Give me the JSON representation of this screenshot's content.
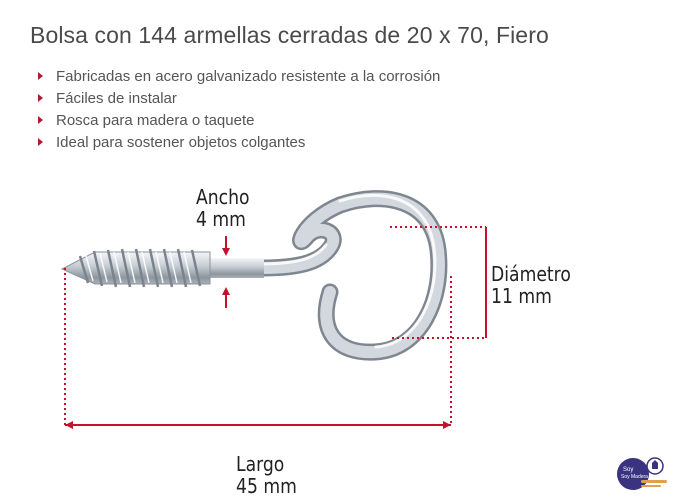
{
  "product": {
    "title": "Bolsa con 144 armellas cerradas de 20 x 70, Fiero"
  },
  "features": [
    "Fabricadas en acero galvanizado resistente a la corrosión",
    "Fáciles de instalar",
    "Rosca para madera o taquete",
    "Ideal para sostener objetos colgantes"
  ],
  "dimensions": {
    "ancho": {
      "label": "Ancho",
      "value": "4 mm"
    },
    "diametro": {
      "label": "Diámetro",
      "value": "11 mm"
    },
    "largo": {
      "label": "Largo",
      "value": "45 mm"
    }
  },
  "logo": {
    "text": "Soy Madera",
    "icon": "hand-badge-logo"
  },
  "colors": {
    "accent": "#b01c2e",
    "metal": "#c9cfd6",
    "text": "#4a4a4a"
  }
}
